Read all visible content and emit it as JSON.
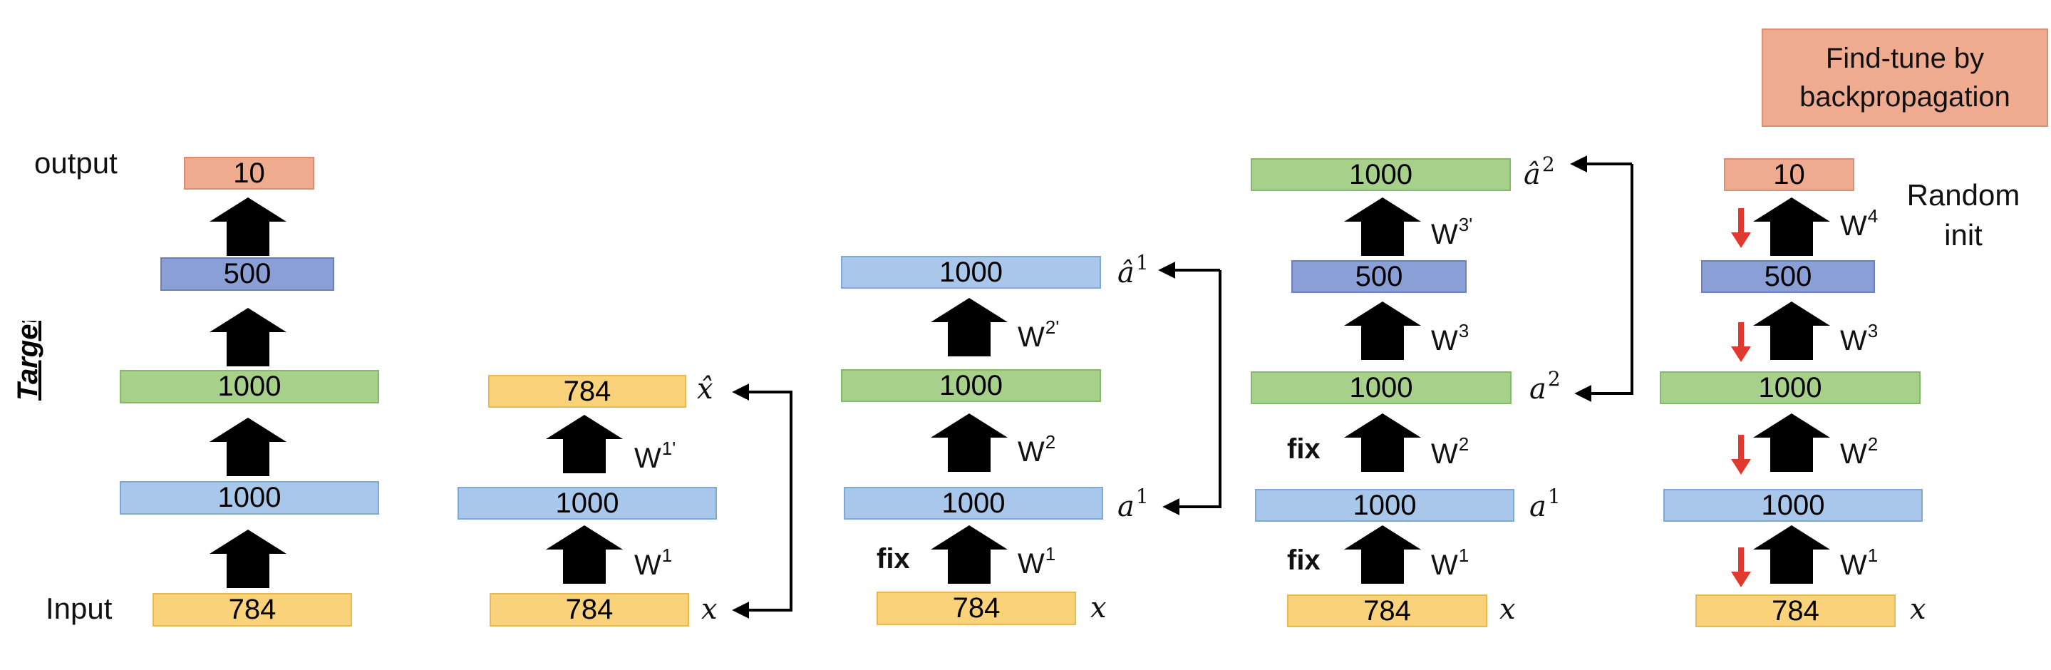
{
  "column1": {
    "output_label": "output",
    "input_label": "Input",
    "target_label": "Target",
    "layers": [
      "10",
      "500",
      "1000",
      "1000",
      "784"
    ]
  },
  "column2": {
    "layers": [
      "784",
      "1000",
      "784"
    ],
    "weights": [
      {
        "base": "W",
        "sup": "1'"
      },
      {
        "base": "W",
        "sup": "1"
      }
    ],
    "top_var": {
      "base": "x̂"
    },
    "bottom_var": {
      "base": "x"
    }
  },
  "column3": {
    "layers": [
      "1000",
      "1000",
      "1000",
      "784"
    ],
    "weights": [
      {
        "base": "W",
        "sup": "2'"
      },
      {
        "base": "W",
        "sup": "2"
      },
      {
        "base": "W",
        "sup": "1"
      }
    ],
    "fix_label": "fix",
    "top_var": {
      "base": "â",
      "sup": "1"
    },
    "mid_var": {
      "base": "a",
      "sup": "1"
    },
    "bottom_var": {
      "base": "x"
    }
  },
  "column4": {
    "layers": [
      "1000",
      "500",
      "1000",
      "1000",
      "784"
    ],
    "weights": [
      {
        "base": "W",
        "sup": "3'"
      },
      {
        "base": "W",
        "sup": "3"
      },
      {
        "base": "W",
        "sup": "2"
      },
      {
        "base": "W",
        "sup": "1"
      }
    ],
    "fix_labels": [
      "fix",
      "fix"
    ],
    "top_var": {
      "base": "â",
      "sup": "2"
    },
    "a2_var": {
      "base": "a",
      "sup": "2"
    },
    "a1_var": {
      "base": "a",
      "sup": "1"
    },
    "bottom_var": {
      "base": "x"
    }
  },
  "column5": {
    "layers": [
      "10",
      "500",
      "1000",
      "1000",
      "784"
    ],
    "weights": [
      {
        "base": "W",
        "sup": "4"
      },
      {
        "base": "W",
        "sup": "3"
      },
      {
        "base": "W",
        "sup": "2"
      },
      {
        "base": "W",
        "sup": "1"
      }
    ],
    "random_init": [
      "Random",
      "init"
    ],
    "finetune": [
      "Find-tune by",
      "backpropagation"
    ],
    "bottom_var": {
      "base": "x"
    }
  },
  "colors": {
    "input_yellow": "#f9d27a",
    "hidden_blue": "#a8c7ea",
    "hidden_green": "#a7d18a",
    "hidden_darkblue": "#8a9fd6",
    "output_salmon": "#efab8f",
    "backprop_red": "#e03a2e",
    "arrow_black": "#000000"
  },
  "icons": [
    "up-arrow-icon",
    "backprop-arrow-icon",
    "bracket-arrow-icon"
  ]
}
